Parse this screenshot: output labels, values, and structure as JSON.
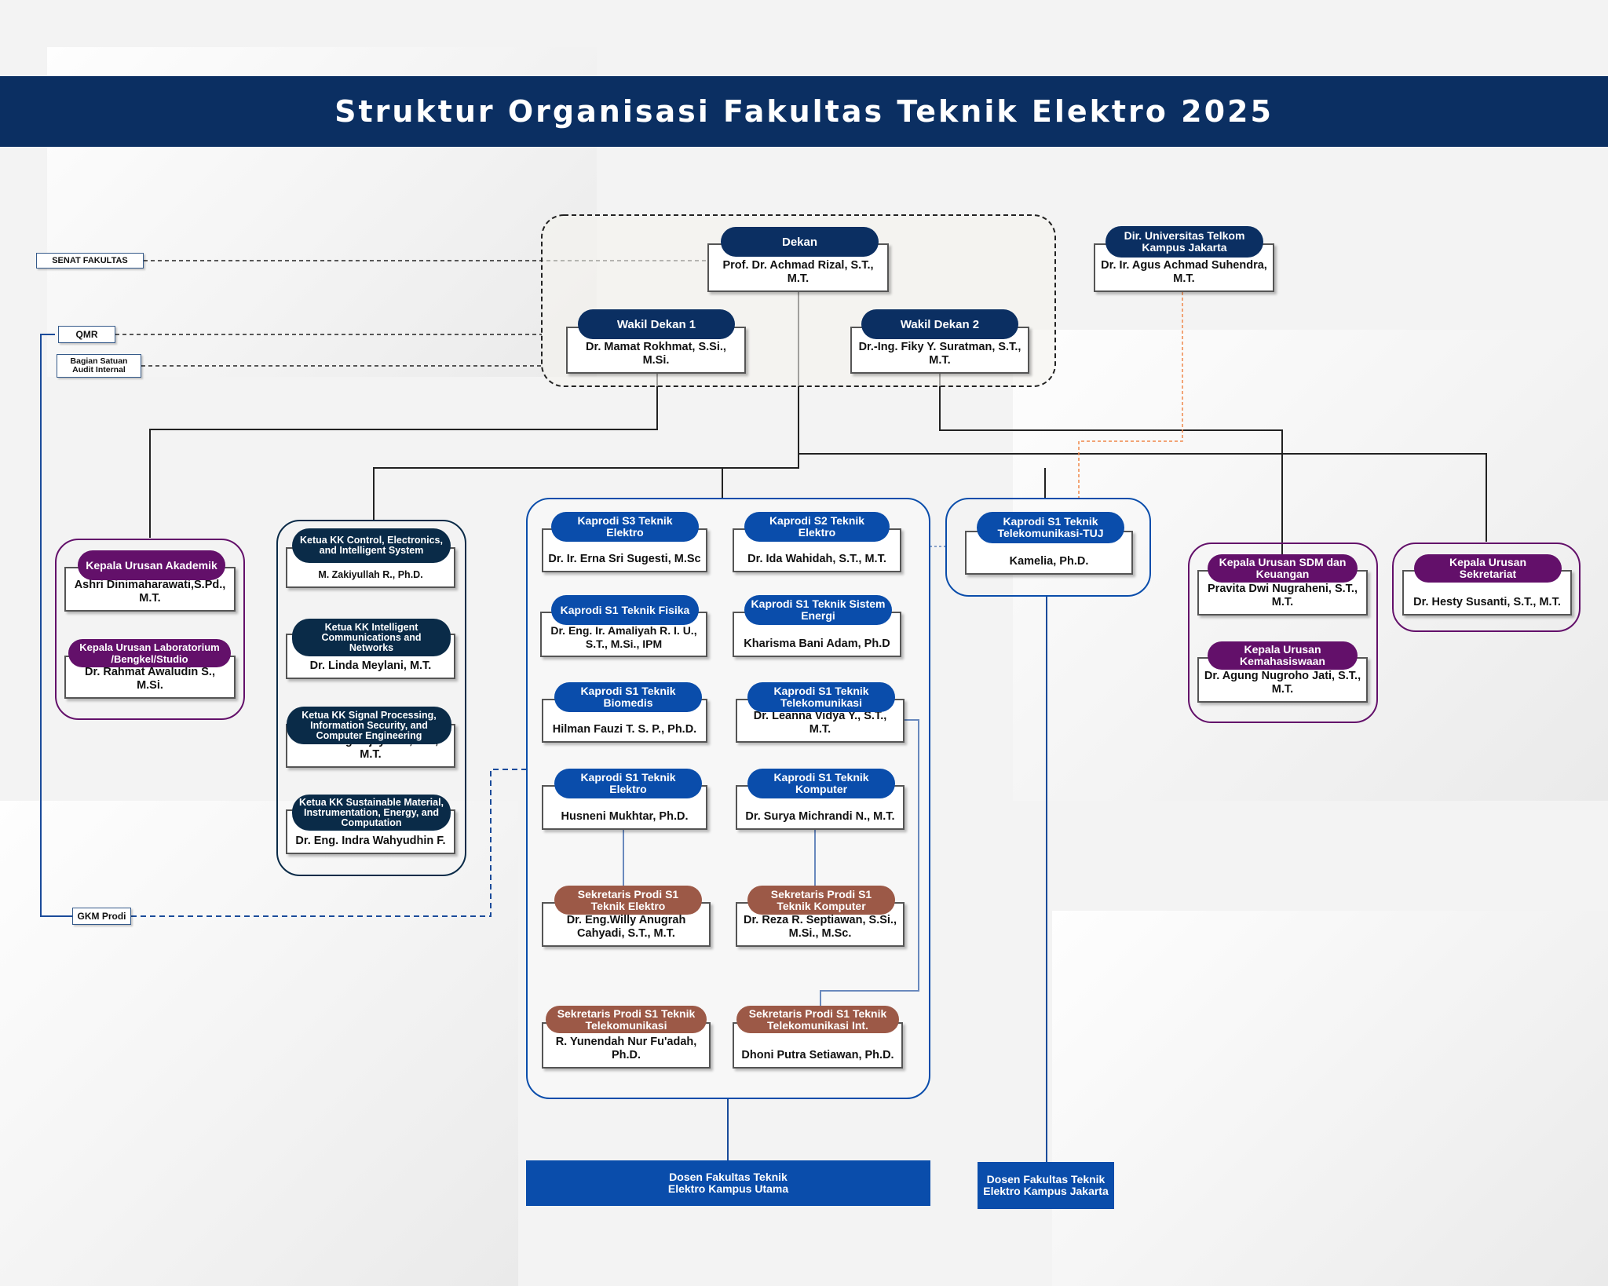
{
  "title": "Struktur Organisasi Fakultas Teknik Elektro 2025",
  "colors": {
    "navy": "#0b2f62",
    "blue": "#0a4dab",
    "purple": "#63106a",
    "dark_teal": "#0a2b48",
    "brown": "#9c5947",
    "line_orange": "#f0884a"
  },
  "side_labels": {
    "senat": "SENAT FAKULTAS",
    "qmr": "QMR",
    "audit": "Bagian Satuan Audit Internal",
    "gkm": "GKM Prodi"
  },
  "leadership": {
    "dekan": {
      "role": "Dekan",
      "name": "Prof. Dr. Achmad Rizal, S.T., M.T."
    },
    "wadek1": {
      "role": "Wakil Dekan 1",
      "name": "Dr. Mamat Rokhmat, S.Si., M.Si."
    },
    "wadek2": {
      "role": "Wakil Dekan 2",
      "name": "Dr.-Ing. Fiky Y. Suratman, S.T., M.T."
    },
    "dir_jakarta": {
      "role": "Dir. Universitas Telkom Kampus Jakarta",
      "name": "Dr. Ir. Agus Achmad Suhendra, M.T."
    }
  },
  "urusan_left": [
    {
      "role": "Kepala Urusan Akademik",
      "name": "Ashri Dinimaharawati,S.Pd., M.T."
    },
    {
      "role": "Kepala Urusan Laboratorium /Bengkel/Studio",
      "name": "Dr. Rahmat Awaludin S., M.Si."
    }
  ],
  "kk": [
    {
      "role": "Ketua KK Control, Electronics, and Intelligent System",
      "name": "M. Zakiyullah R., Ph.D."
    },
    {
      "role": "Ketua KK Intelligent Communications and Networks",
      "name": "Dr. Linda Meylani, M.T."
    },
    {
      "role": "Ketua KK Signal Processing, Information Security, and Computer Engineering",
      "name": "Dr. Inung Wijayanto, S.T., M.T."
    },
    {
      "role": "Ketua KK Sustainable Material, Instrumentation, Energy, and Computation",
      "name": "Dr. Eng. Indra Wahyudhin F."
    }
  ],
  "kaprodi": [
    {
      "role": "Kaprodi S3 Teknik Elektro",
      "name": "Dr. Ir. Erna Sri Sugesti, M.Sc"
    },
    {
      "role": "Kaprodi S2 Teknik Elektro",
      "name": "Dr. Ida Wahidah, S.T., M.T."
    },
    {
      "role": "Kaprodi S1 Teknik Fisika",
      "name": "Dr. Eng. Ir. Amaliyah R. I. U., S.T., M.Si., IPM"
    },
    {
      "role": "Kaprodi S1 Teknik Sistem Energi",
      "name": "Kharisma Bani Adam, Ph.D"
    },
    {
      "role": "Kaprodi S1 Teknik Biomedis",
      "name": "Hilman Fauzi T. S. P., Ph.D."
    },
    {
      "role": "Kaprodi S1 Teknik Telekomunikasi",
      "name": "Dr. Leanna Vidya Y., S.T., M.T."
    },
    {
      "role": "Kaprodi S1 Teknik Elektro",
      "name": "Husneni Mukhtar, Ph.D."
    },
    {
      "role": "Kaprodi S1 Teknik Komputer",
      "name": "Dr. Surya Michrandi N., M.T."
    }
  ],
  "sekprodi": [
    {
      "role": "Sekretaris Prodi S1 Teknik Elektro",
      "name": "Dr. Eng.Willy Anugrah Cahyadi, S.T., M.T."
    },
    {
      "role": "Sekretaris Prodi S1 Teknik Komputer",
      "name": "Dr. Reza R. Septiawan, S.Si., M.Si., M.Sc."
    },
    {
      "role": "Sekretaris Prodi S1 Teknik Telekomunikasi",
      "name": "R. Yunendah Nur Fu'adah, Ph.D."
    },
    {
      "role": "Sekretaris Prodi S1 Teknik Telekomunikasi Int.",
      "name": "Dhoni Putra Setiawan, Ph.D."
    }
  ],
  "kaprodi_tuj": {
    "role": "Kaprodi S1 Teknik Telekomunikasi-TUJ",
    "name": "Kamelia, Ph.D."
  },
  "urusan_right": [
    {
      "role": "Kepala Urusan SDM dan Keuangan",
      "name": "Pravita Dwi Nugraheni, S.T., M.T."
    },
    {
      "role": "Kepala Urusan Kemahasiswaan",
      "name": "Dr. Agung Nugroho Jati, S.T., M.T."
    }
  ],
  "sekretariat": {
    "role": "Kepala Urusan Sekretariat",
    "name": "Dr. Hesty Susanti, S.T., M.T."
  },
  "dosen": {
    "utama": "Dosen Fakultas Teknik Elektro Kampus Utama",
    "jakarta": "Dosen Fakultas Teknik Elektro Kampus Jakarta"
  }
}
